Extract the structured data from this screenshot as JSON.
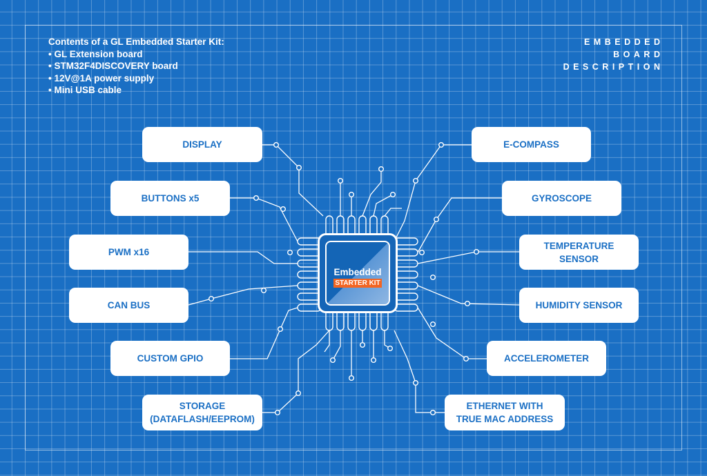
{
  "kit_contents": {
    "heading": "Contents of a GL Embedded Starter Kit:",
    "items": [
      "• GL Extension board",
      "• STM32F4DISCOVERY board",
      "• 12V@1A power supply",
      "• Mini USB cable"
    ]
  },
  "description_title": [
    "EMBEDDED",
    "BOARD",
    "DESCRIPTION"
  ],
  "chip": {
    "title": "Embedded",
    "tag": "STARTER KIT"
  },
  "left_labels": {
    "display": "DISPLAY",
    "buttons": "BUTTONS x5",
    "pwm": "PWM x16",
    "can_bus": "CAN BUS",
    "custom_gpio": "CUSTOM GPIO",
    "storage_1": "STORAGE",
    "storage_2": "(DATAFLASH/EEPROM)"
  },
  "right_labels": {
    "ecompass": "E-COMPASS",
    "gyroscope": "GYROSCOPE",
    "temperature_1": "TEMPERATURE",
    "temperature_2": "SENSOR",
    "humidity": "HUMIDITY SENSOR",
    "accelerometer": "ACCELEROMETER",
    "ethernet_1": "ETHERNET WITH",
    "ethernet_2": "TRUE MAC ADDRESS"
  },
  "colors": {
    "background": "#1a6fc4",
    "accent": "#f26522",
    "foreground": "#ffffff"
  }
}
